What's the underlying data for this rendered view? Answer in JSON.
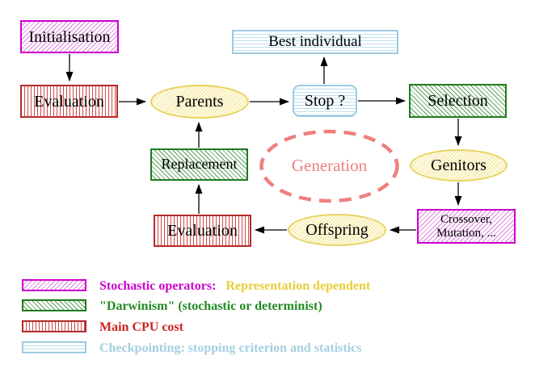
{
  "nodes": {
    "initialisation": "Initialisation",
    "evaluation_top": "Evaluation",
    "parents": "Parents",
    "best_individual": "Best individual",
    "stop": "Stop ?",
    "selection": "Selection",
    "genitors": "Genitors",
    "replacement": "Replacement",
    "evaluation_bottom": "Evaluation",
    "offspring": "Offspring",
    "crossover_line1": "Crossover,",
    "crossover_line2": "Mutation, ...",
    "generation": "Generation"
  },
  "legend": {
    "stochastic_label": "Stochastic operators:",
    "stochastic_extra": "Representation dependent",
    "darwinism": "\"Darwinism\" (stochastic or determinist)",
    "cpu": "Main CPU cost",
    "checkpointing": "Checkpointing: stopping criterion and statistics"
  },
  "colors": {
    "magenta": "#cc00cc",
    "green": "#228b22",
    "red": "#cc2222",
    "yellow_text": "#e8cd3a",
    "yellow_node": "#e8d45f",
    "light_blue": "#9ccbe0",
    "salmon": "#f08080",
    "arrow": "#000000"
  }
}
